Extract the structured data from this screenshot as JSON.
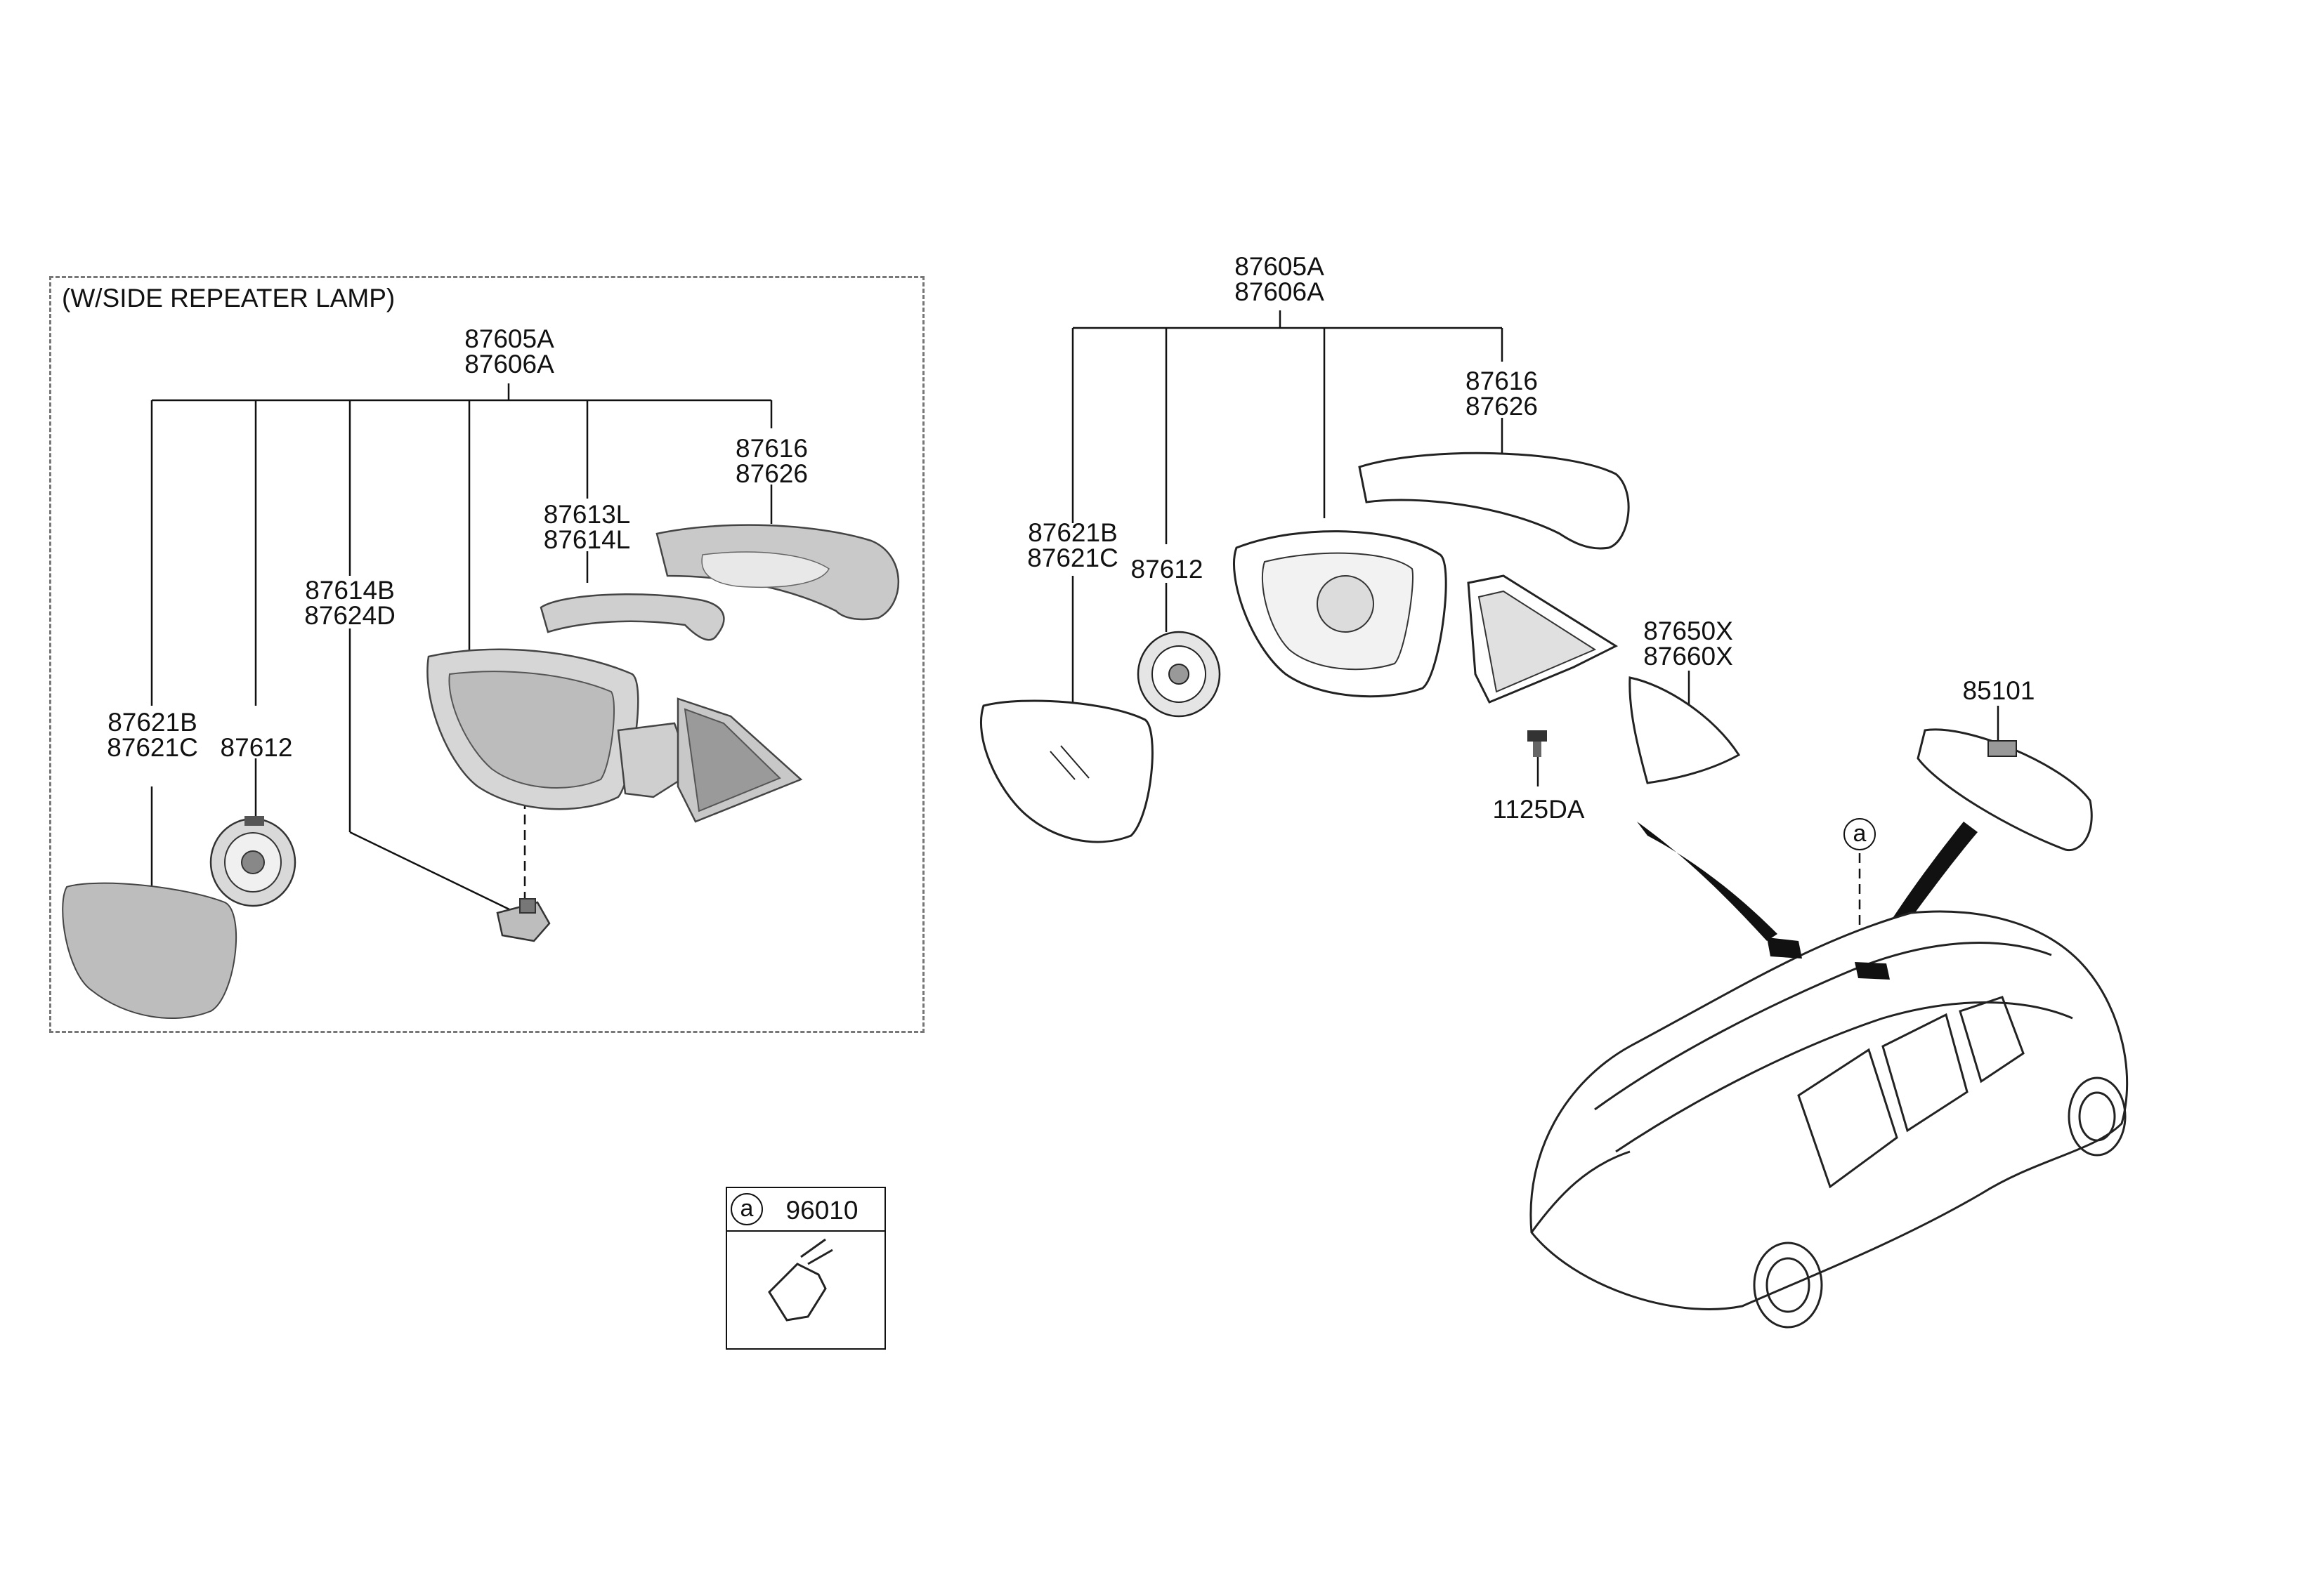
{
  "inset": {
    "title": "(W/SIDE REPEATER LAMP)",
    "labels": {
      "assy": [
        "87605A",
        "87606A"
      ],
      "cover": [
        "87616",
        "87626"
      ],
      "lamp": [
        "87613L",
        "87614L"
      ],
      "puddle": [
        "87614B",
        "87624D"
      ],
      "glass": [
        "87621B",
        "87621C"
      ],
      "actuator": "87612"
    }
  },
  "main": {
    "labels": {
      "assy": [
        "87605A",
        "87606A"
      ],
      "cover": [
        "87616",
        "87626"
      ],
      "glass": [
        "87621B",
        "87621C"
      ],
      "actuator": "87612",
      "trim": [
        "87650X",
        "87660X"
      ],
      "bolt": "1125DA",
      "inside_mirror": "85101"
    },
    "callout": "a"
  },
  "legend": {
    "callout": "a",
    "part": "96010"
  }
}
